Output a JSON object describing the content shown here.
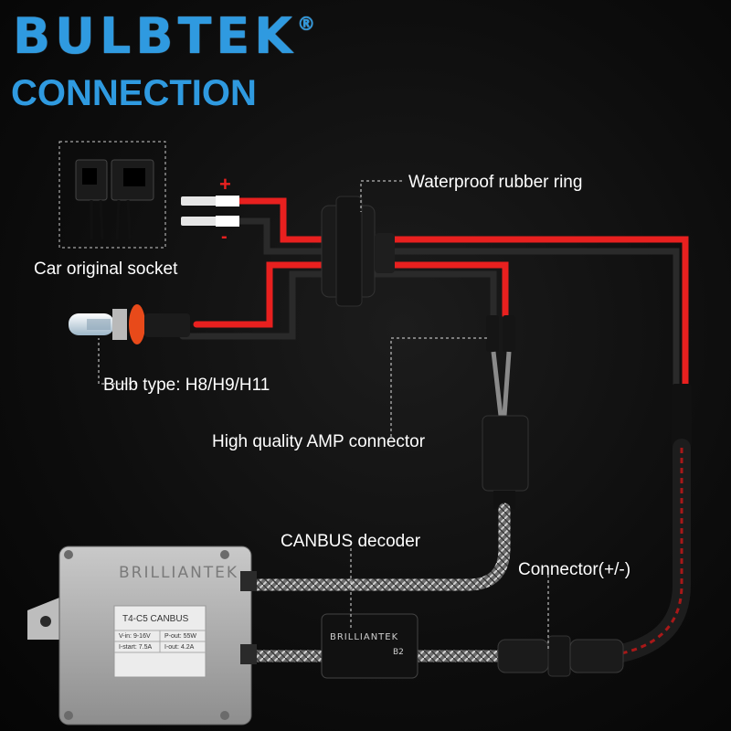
{
  "brand": {
    "name": "BULBTEK",
    "registered": "®"
  },
  "heading": "CONNECTION",
  "labels": {
    "waterproof_ring": "Waterproof rubber ring",
    "original_socket": "Car original socket",
    "bulb_type": "Bulb type: H8/H9/H11",
    "amp_connector": "High quality AMP connector",
    "canbus_decoder": "CANBUS decoder",
    "connector": "Connector(+/-)"
  },
  "polarity": {
    "plus": "+",
    "minus": "-"
  },
  "ballast": {
    "logo": "BRILLIANTEK",
    "model": "T4-C5 CANBUS",
    "specs": [
      "V-in: 9-16V",
      "P-out: 55W",
      "I-start: 7.5A",
      "I-out: 4.2A"
    ]
  },
  "decoder": {
    "logo": "BRILLIANTEK",
    "code": "B2"
  },
  "colors": {
    "brand": "#2f9ae0",
    "wire_red": "#e8201f",
    "wire_black": "#2a2a2a",
    "text": "#ffffff"
  }
}
